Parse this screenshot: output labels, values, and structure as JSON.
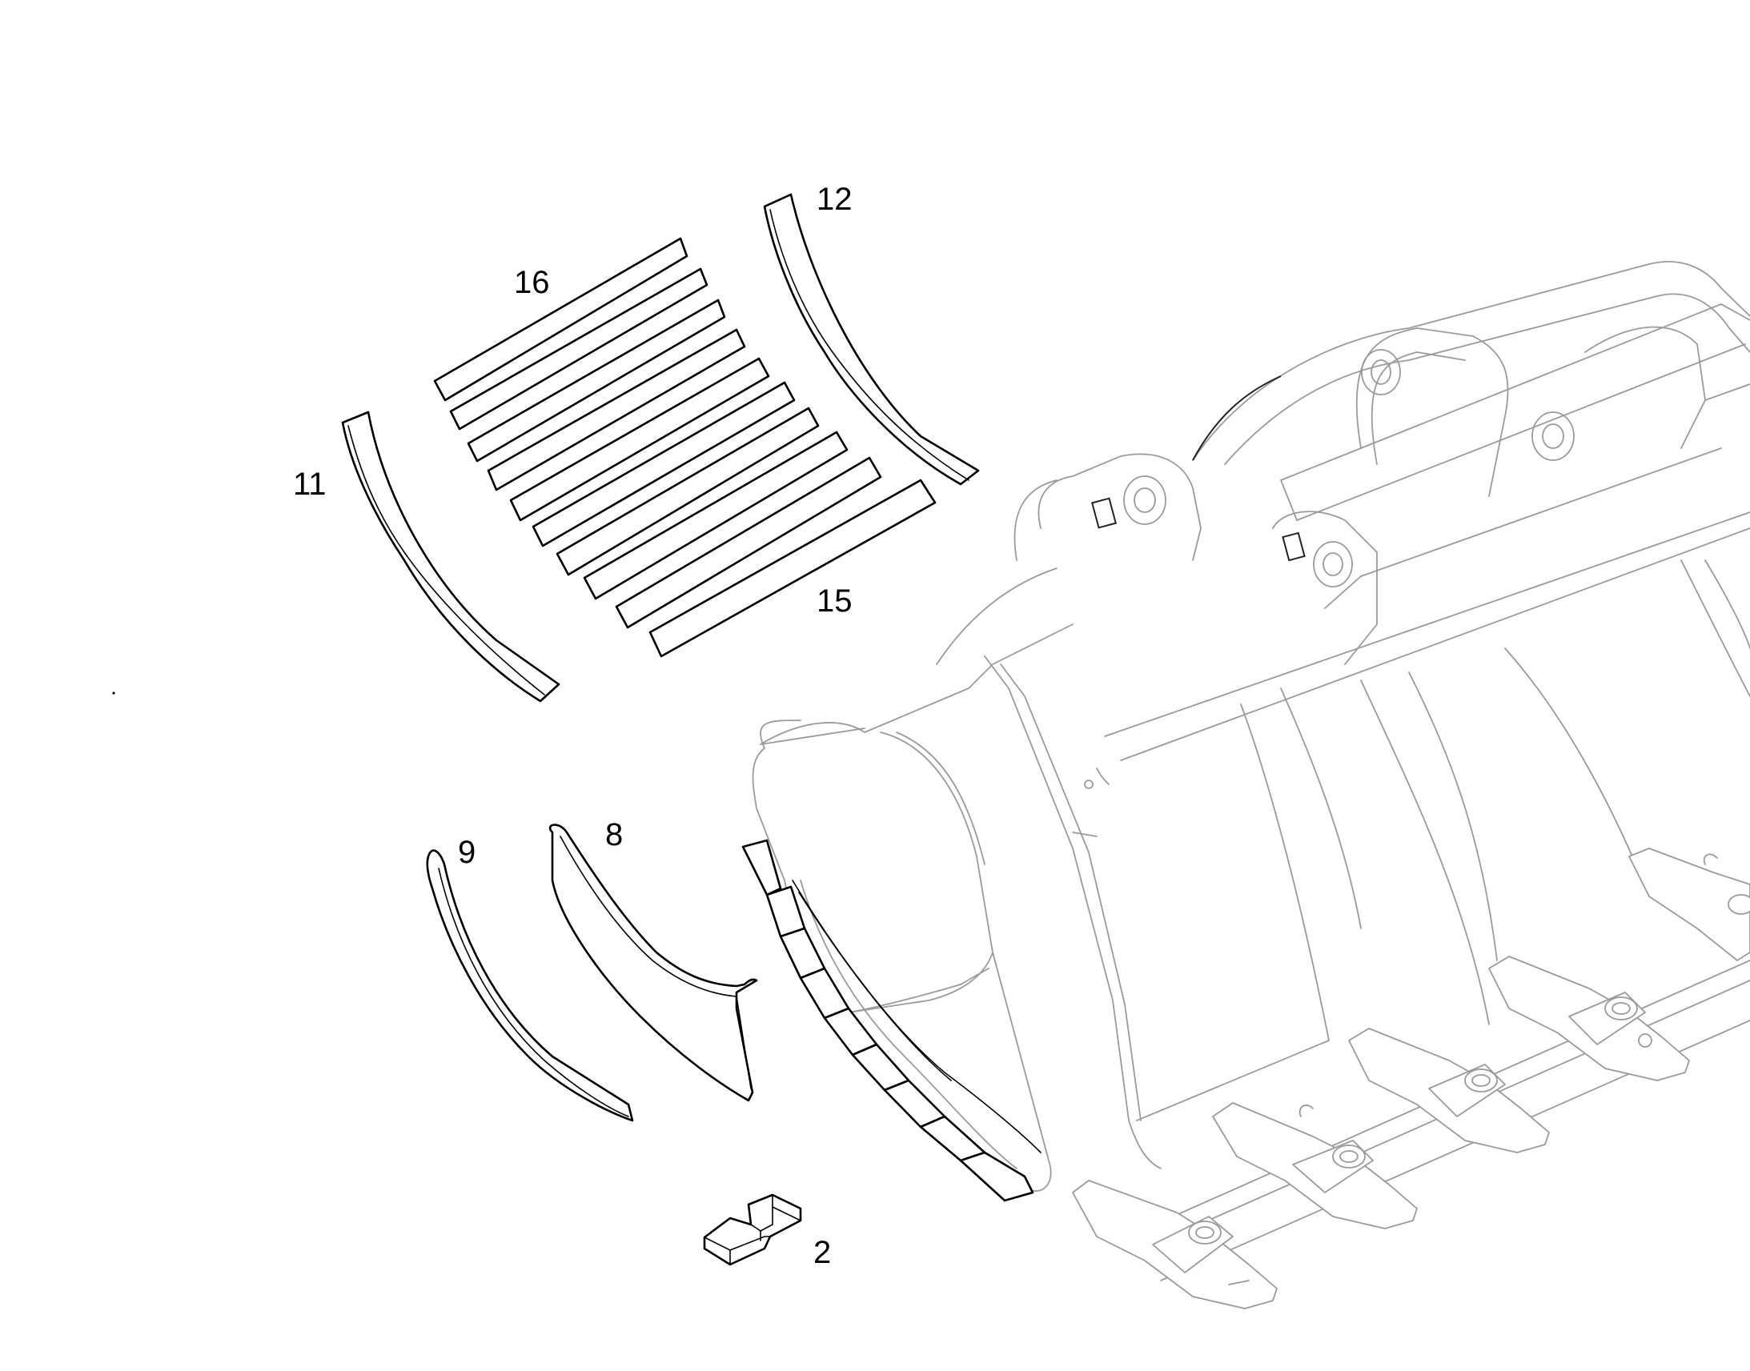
{
  "diagram": {
    "title": "",
    "callouts": [
      {
        "id": "callout-12",
        "label": "12"
      },
      {
        "id": "callout-16",
        "label": "16"
      },
      {
        "id": "callout-11",
        "label": "11"
      },
      {
        "id": "callout-15",
        "label": "15"
      },
      {
        "id": "callout-9",
        "label": "9"
      },
      {
        "id": "callout-8",
        "label": "8"
      },
      {
        "id": "callout-2",
        "label": "2"
      }
    ],
    "parts": [
      {
        "ref": "2",
        "name": "wear-block"
      },
      {
        "ref": "8",
        "name": "side-cutter-plate"
      },
      {
        "ref": "9",
        "name": "curved-side-strip"
      },
      {
        "ref": "11",
        "name": "curved-side-strip-left"
      },
      {
        "ref": "12",
        "name": "curved-side-strip-right"
      },
      {
        "ref": "15",
        "name": "bottom-wear-strip"
      },
      {
        "ref": "16",
        "name": "top-wear-strip"
      }
    ],
    "wear_strip_count": 10,
    "tooth_count": 5,
    "line_color": "#000000",
    "background_color": "#ffffff"
  }
}
